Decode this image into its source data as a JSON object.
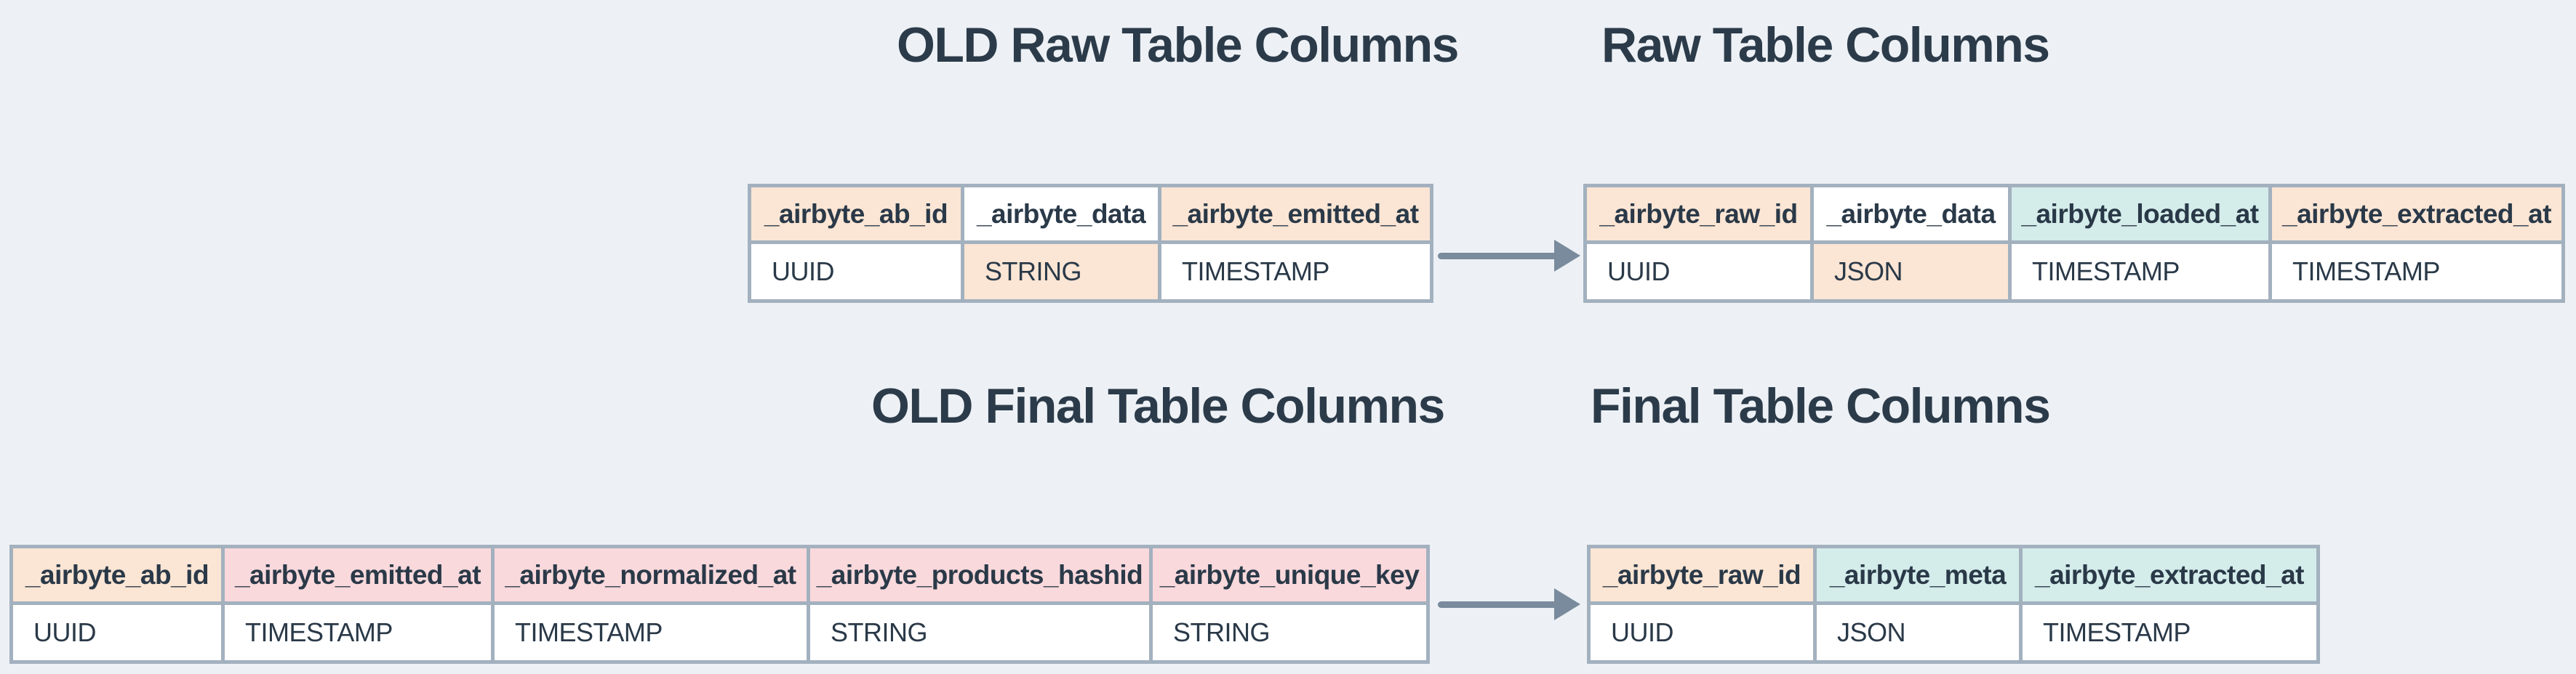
{
  "palette": {
    "background": "#edf1f5",
    "border": "#a3b1bf",
    "arrow": "#798b9c",
    "text": "#2a3948",
    "peach": "#fbe5d4",
    "pink": "#f9d9dc",
    "mint": "#d4ecea",
    "white": "#ffffff"
  },
  "titles": {
    "old_raw": "OLD Raw Table Columns",
    "raw": "Raw Table Columns",
    "old_final": "OLD Final Table Columns",
    "final": "Final Table Columns"
  },
  "tables": [
    {
      "id": "old-raw-table",
      "caption": "OLD Raw Table Columns",
      "headers": [
        {
          "label": "_airbyte_ab_id",
          "color": "peach"
        },
        {
          "label": "_airbyte_data",
          "color": "white"
        },
        {
          "label": "_airbyte_emitted_at",
          "color": "peach"
        }
      ],
      "types": [
        {
          "label": "UUID",
          "color": "white"
        },
        {
          "label": "STRING",
          "color": "peach"
        },
        {
          "label": "TIMESTAMP",
          "color": "white"
        }
      ]
    },
    {
      "id": "raw-table",
      "caption": "Raw Table Columns",
      "headers": [
        {
          "label": "_airbyte_raw_id",
          "color": "peach"
        },
        {
          "label": "_airbyte_data",
          "color": "white"
        },
        {
          "label": "_airbyte_loaded_at",
          "color": "mint"
        },
        {
          "label": "_airbyte_extracted_at",
          "color": "peach"
        }
      ],
      "types": [
        {
          "label": "UUID",
          "color": "white"
        },
        {
          "label": "JSON",
          "color": "peach"
        },
        {
          "label": "TIMESTAMP",
          "color": "white"
        },
        {
          "label": "TIMESTAMP",
          "color": "white"
        }
      ]
    },
    {
      "id": "old-final-table",
      "caption": "OLD Final Table Columns",
      "headers": [
        {
          "label": "_airbyte_ab_id",
          "color": "peach"
        },
        {
          "label": "_airbyte_emitted_at",
          "color": "pink"
        },
        {
          "label": "_airbyte_normalized_at",
          "color": "pink"
        },
        {
          "label": "_airbyte_products_hashid",
          "color": "pink"
        },
        {
          "label": "_airbyte_unique_key",
          "color": "pink"
        }
      ],
      "types": [
        {
          "label": "UUID",
          "color": "white"
        },
        {
          "label": "TIMESTAMP",
          "color": "white"
        },
        {
          "label": "TIMESTAMP",
          "color": "white"
        },
        {
          "label": "STRING",
          "color": "white"
        },
        {
          "label": "STRING",
          "color": "white"
        }
      ]
    },
    {
      "id": "final-table",
      "caption": "Final Table Columns",
      "headers": [
        {
          "label": "_airbyte_raw_id",
          "color": "peach"
        },
        {
          "label": "_airbyte_meta",
          "color": "mint"
        },
        {
          "label": "_airbyte_extracted_at",
          "color": "mint"
        }
      ],
      "types": [
        {
          "label": "UUID",
          "color": "white"
        },
        {
          "label": "JSON",
          "color": "white"
        },
        {
          "label": "TIMESTAMP",
          "color": "white"
        }
      ]
    }
  ]
}
